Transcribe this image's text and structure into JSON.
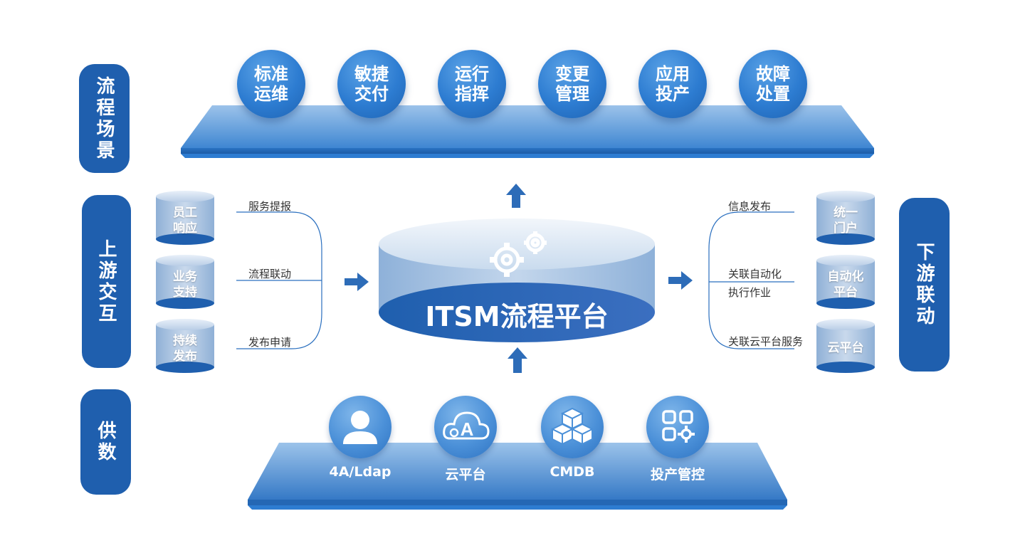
{
  "left_labels": {
    "process_scenarios": "流程场景",
    "upstream": "上游交互",
    "supply": "供数"
  },
  "right_label": "下游联动",
  "scenarios": [
    "标准运维",
    "敏捷交付",
    "运行指挥",
    "变更管理",
    "应用投产",
    "故障处置"
  ],
  "upstream_items": [
    "员工响应",
    "业务支持",
    "持续发布"
  ],
  "upstream_flows": [
    "服务提报",
    "流程联动",
    "发布申请"
  ],
  "center_title": "ITSM流程平台",
  "downstream_flows": [
    "信息发布",
    "关联自动化",
    "执行作业",
    "关联云平台服务"
  ],
  "downstream_items": [
    "统一门户",
    "自动化平台",
    "云平台"
  ],
  "supply_items": [
    "4A/Ldap",
    "云平台",
    "CMDB",
    "投产管控"
  ],
  "colors": {
    "primary": "#1f5fae",
    "light": "#c9d9ec",
    "platform": "#2a78c9"
  }
}
